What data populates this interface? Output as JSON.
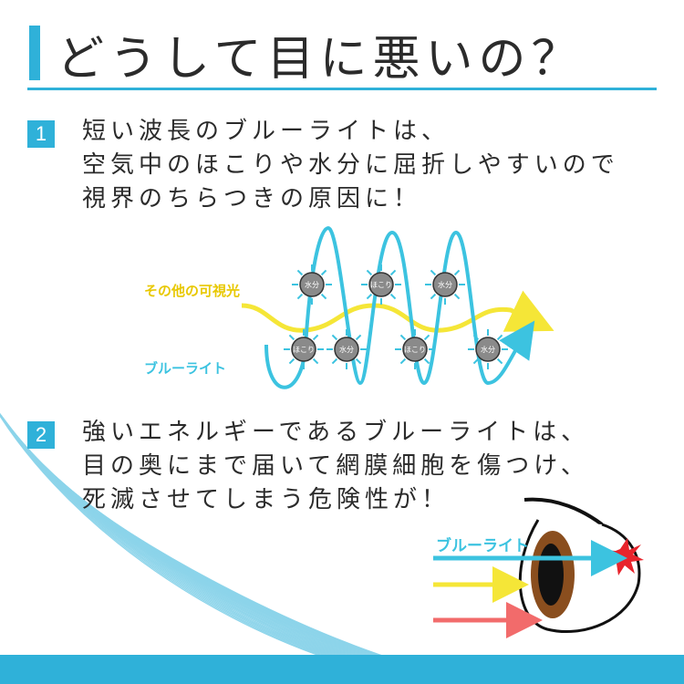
{
  "title": "どうして目に悪いの？",
  "sections": [
    {
      "number": "1",
      "lines": [
        "短い波長のブルーライトは、",
        "空気中のほこりや水分に屈折しやすいので",
        "視界のちらつきの原因に！"
      ]
    },
    {
      "number": "2",
      "lines": [
        "強いエネルギーであるブルーライトは、",
        "目の奥にまで届いて網膜細胞を傷つけ、",
        "死滅させてしまう危険性が！"
      ]
    }
  ],
  "diagram1": {
    "other_light_label": "その他の可視光",
    "blue_light_label": "ブルーライト",
    "particles": [
      "水分",
      "ほこり",
      "水分",
      "ほこり",
      "水分",
      "ほこり",
      "水分"
    ]
  },
  "diagram2": {
    "blue_light_label": "ブルーライト"
  },
  "colors": {
    "accent": "#2fb1d9",
    "blue_light": "#3cc3e0",
    "other_light": "#f5e637",
    "red_light": "#f26b6b",
    "particle": "#8a8a8a",
    "damage": "#e8242c",
    "iris": "#8a4e1e"
  }
}
